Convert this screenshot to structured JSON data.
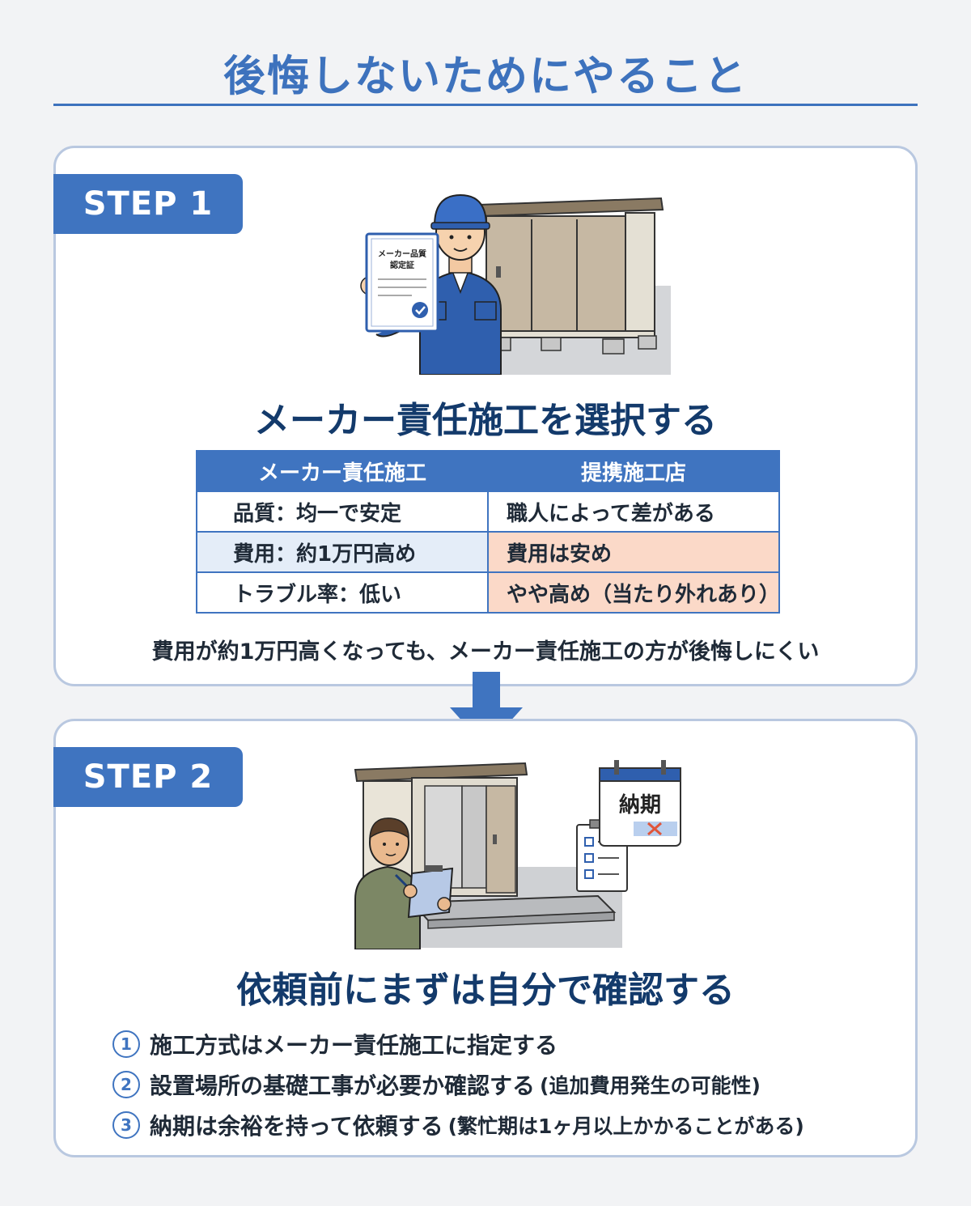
{
  "page": {
    "title": "後悔しないためにやること"
  },
  "step1": {
    "badge": "STEP 1",
    "certificate_text_line1": "メーカー品質",
    "certificate_text_line2": "認定証",
    "heading": "メーカー責任施工を選択する",
    "table": {
      "headers": [
        "メーカー責任施工",
        "提携施工店"
      ],
      "rows": [
        [
          "品質：均一で安定",
          "職人によって差がある"
        ],
        [
          "費用：約1万円高め",
          "費用は安め"
        ],
        [
          "トラブル率：低い",
          "やや高め（当たり外れあり）"
        ]
      ]
    },
    "summary": "費用が約1万円高くなっても、メーカー責任施工の方が後悔しにくい"
  },
  "step2": {
    "badge": "STEP 2",
    "calendar_label": "納期",
    "heading": "依頼前にまずは自分で確認する",
    "items": [
      {
        "num": "1",
        "text": "施工方式はメーカー責任施工に指定する",
        "note": ""
      },
      {
        "num": "2",
        "text": "設置場所の基礎工事が必要か確認する",
        "note": "(追加費用発生の可能性)"
      },
      {
        "num": "3",
        "text": "納期は余裕を持って依頼する",
        "note": "(繁忙期は1ヶ月以上かかることがある)"
      }
    ]
  },
  "colors": {
    "accent": "#3f74c0",
    "heading": "#133a6b",
    "pink": "#fbd9c8",
    "light_blue": "#e4edf8"
  }
}
